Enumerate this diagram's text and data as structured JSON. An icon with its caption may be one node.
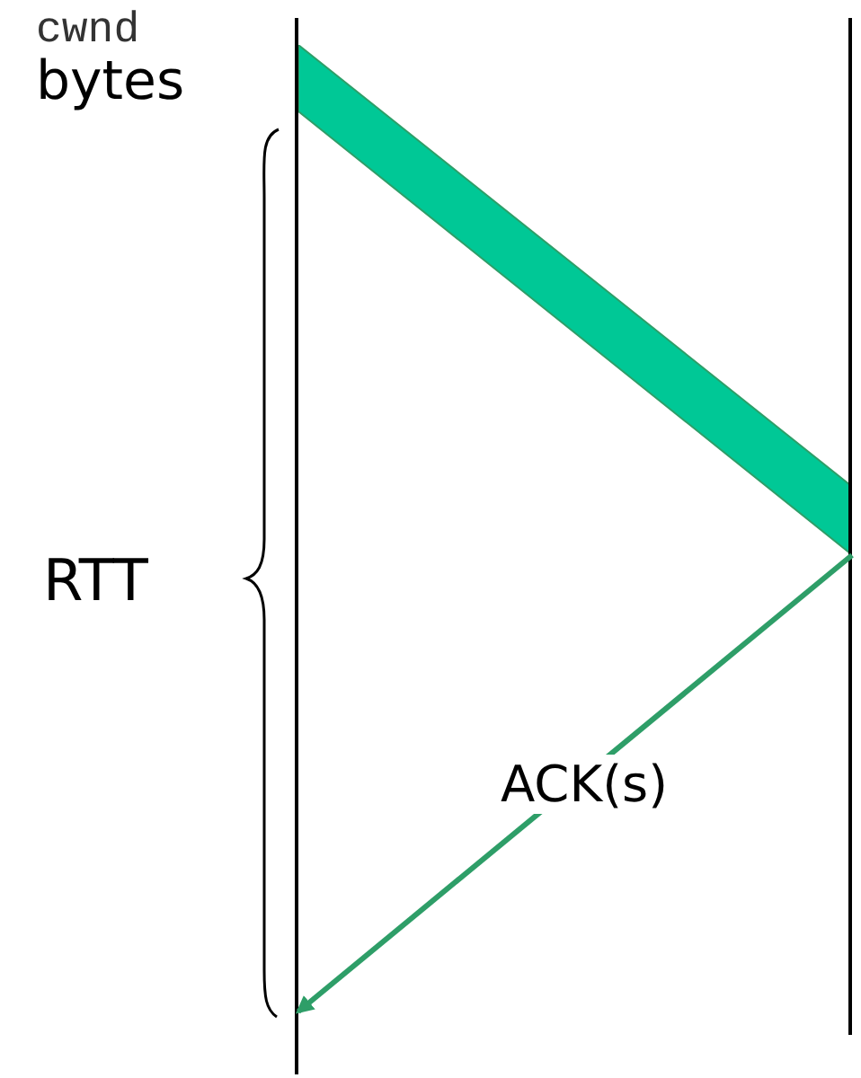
{
  "diagram": {
    "nodes": [
      {
        "text": [],
        "shape": "line"
      },
      {
        "text": [],
        "shape": "bar"
      },
      {
        "text": [],
        "shape": "line"
      }
    ],
    "edges": [
      {
        "from": 1,
        "to": 0,
        "arrow": "to",
        "label": "ACK(s)"
      }
    ],
    "labels": [
      "cwnd",
      "bytes",
      "RTT"
    ]
  }
}
